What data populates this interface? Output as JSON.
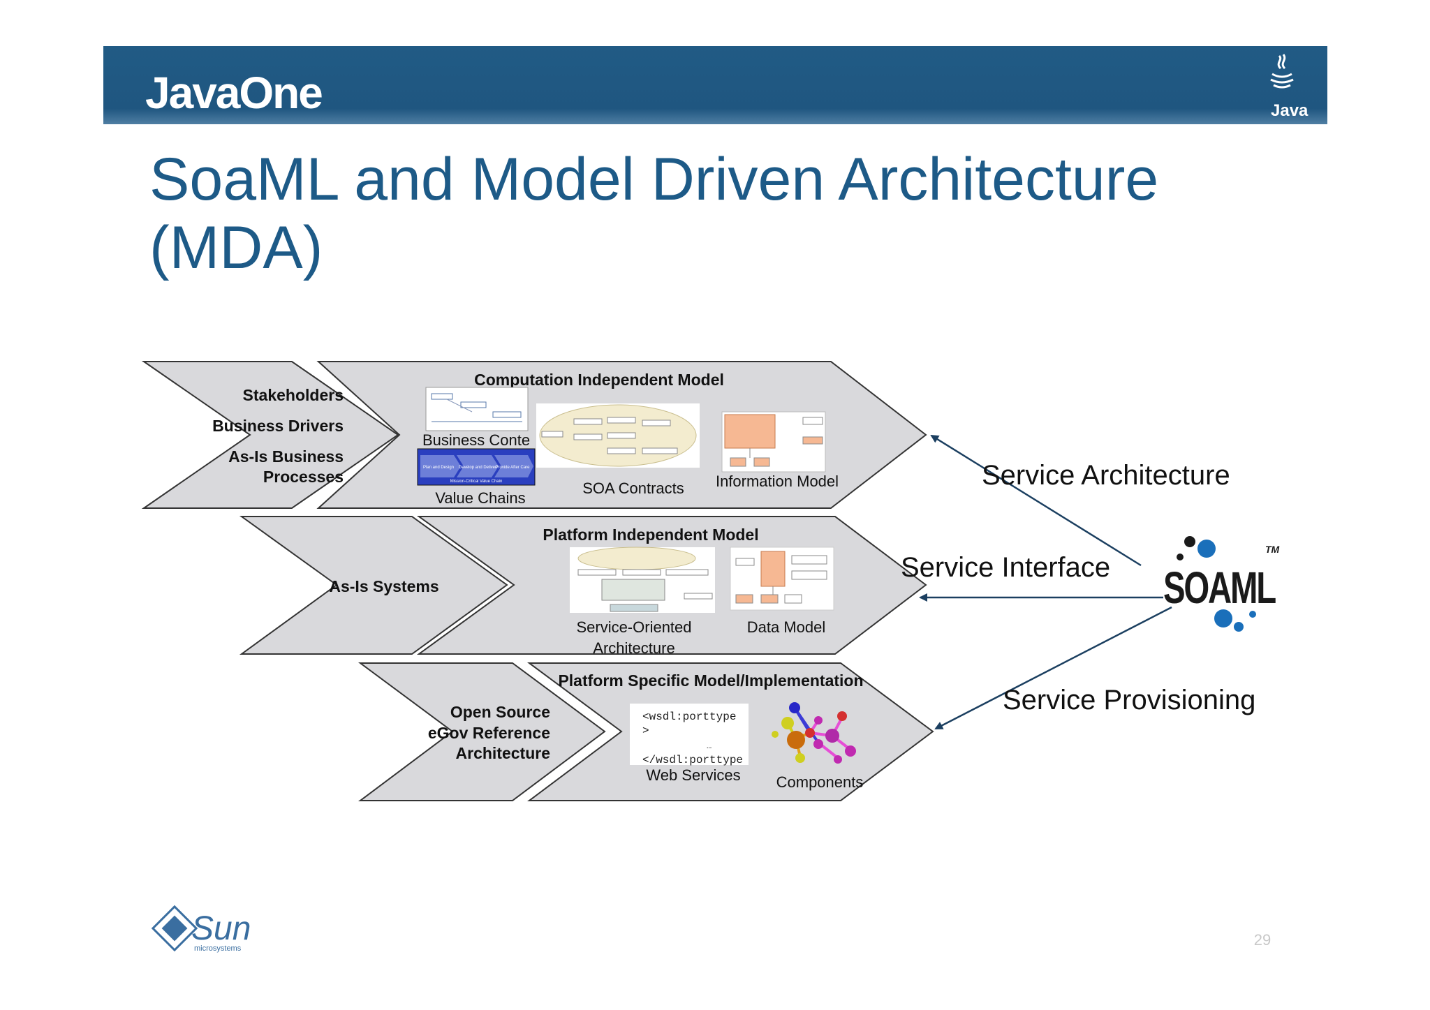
{
  "header": {
    "brand": "JavaOne",
    "java_logo_text": "Java"
  },
  "title": {
    "line1": "SoaML and Model Driven Architecture",
    "line2": "(MDA)"
  },
  "rows": {
    "cim": {
      "left_items": [
        "Stakeholders",
        "Business Drivers",
        "As-Is Business",
        "Processes"
      ],
      "title": "Computation Independent Model",
      "labels": {
        "business_context": "Business Conte",
        "value_chains": "Value Chains",
        "soa_contracts": "SOA Contracts",
        "information_model": "Information Model"
      },
      "value_chain_thumb": {
        "steps": [
          "Plan and Design",
          "Develop and Deliver",
          "Provide After Care"
        ],
        "caption": "Mission-Critical Value Chain"
      }
    },
    "pim": {
      "left_items": [
        "As-Is Systems"
      ],
      "title": "Platform Independent Model",
      "labels": {
        "soa_line1": "Service-Oriented",
        "soa_line2": "Architecture",
        "data_model": "Data Model"
      }
    },
    "psm": {
      "left_items": [
        "Open Source",
        "eGov Reference",
        "Architecture"
      ],
      "title": "Platform Specific Model/Implementation",
      "labels": {
        "web_services": "Web Services",
        "components": "Components"
      },
      "code_lines": [
        "<wsdl:porttype",
        ">",
        "…",
        "</wsdl:porttype"
      ]
    }
  },
  "right": {
    "service_architecture": "Service Architecture",
    "service_interface": "Service Interface",
    "service_provisioning": "Service Provisioning",
    "soaml_logo_text": "SOAML",
    "soaml_tm": "TM"
  },
  "footer": {
    "sun_logo_text": "Sun",
    "sun_sub_text": "microsystems",
    "page_number": "29"
  },
  "colors": {
    "header_bar": "#215b85",
    "title_text": "#1d5a87",
    "chevron_fill": "#d9d9dc",
    "arrow": "#1b3f60",
    "soaml_blue": "#1a78c2",
    "page_number": "#c8c8c8"
  }
}
